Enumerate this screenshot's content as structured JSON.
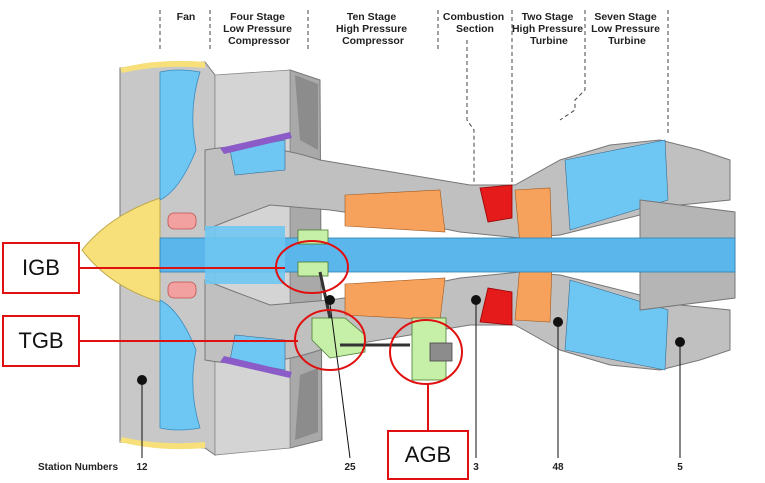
{
  "sections": [
    {
      "id": "fan",
      "label": [
        "Fan"
      ]
    },
    {
      "id": "lpc",
      "label": [
        "Four Stage",
        "Low Pressure",
        "Compressor"
      ]
    },
    {
      "id": "hpc",
      "label": [
        "Ten Stage",
        "High Pressure",
        "Compressor"
      ]
    },
    {
      "id": "comb",
      "label": [
        "Combustion",
        "Section"
      ]
    },
    {
      "id": "hpt",
      "label": [
        "Two Stage",
        "High Pressure",
        "Turbine"
      ]
    },
    {
      "id": "lpt",
      "label": [
        "Seven Stage",
        "Low Pressure",
        "Turbine"
      ]
    }
  ],
  "station_numbers": {
    "label": "Station Numbers",
    "values": [
      "12",
      "25",
      "3",
      "48",
      "5"
    ]
  },
  "callouts": {
    "igb": "IGB",
    "tgb": "TGB",
    "agb": "AGB"
  },
  "colors": {
    "casing": "#c8c8c8",
    "casing_dark": "#8c8c8c",
    "fan_blue": "#6ec6f2",
    "shaft_blue": "#5bb6ec",
    "nose_yellow": "#f7e07a",
    "compressor_orange": "#f6a25c",
    "burner_red": "#e51b1b",
    "gearbox_green": "#c6efa8",
    "callout_red": "#e01010",
    "purple": "#8b5cc8"
  }
}
